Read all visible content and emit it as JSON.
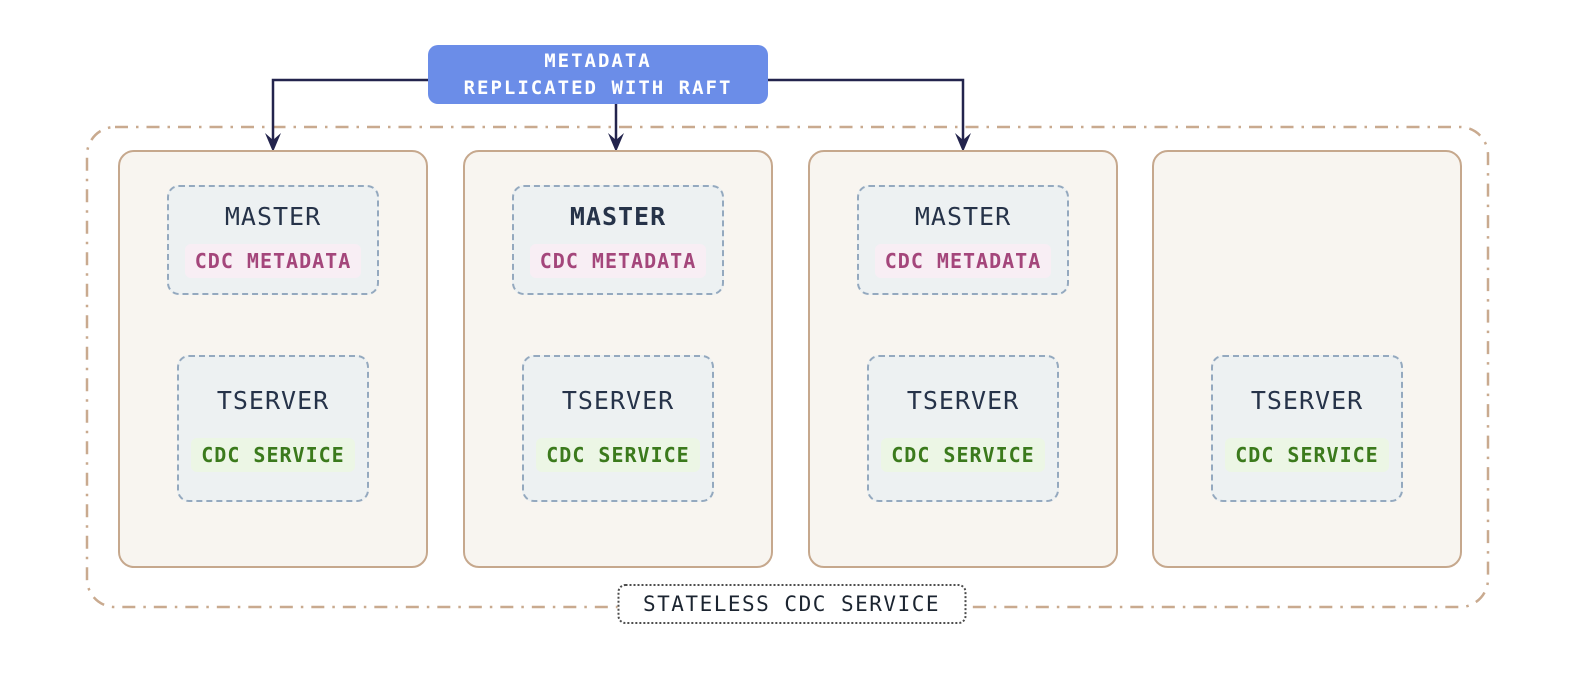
{
  "raft_box": {
    "line1": "METADATA",
    "line2": "REPLICATED WITH RAFT"
  },
  "cluster": {
    "footer_label": "STATELESS CDC SERVICE"
  },
  "nodes": [
    {
      "master": {
        "label": "MASTER",
        "badge": "CDC METADATA",
        "emphasis": false
      },
      "tserver": {
        "label": "TSERVER",
        "badge": "CDC SERVICE"
      }
    },
    {
      "master": {
        "label": "MASTER",
        "badge": "CDC METADATA",
        "emphasis": true
      },
      "tserver": {
        "label": "TSERVER",
        "badge": "CDC SERVICE"
      }
    },
    {
      "master": {
        "label": "MASTER",
        "badge": "CDC METADATA",
        "emphasis": false
      },
      "tserver": {
        "label": "TSERVER",
        "badge": "CDC SERVICE"
      }
    },
    {
      "tserver": {
        "label": "TSERVER",
        "badge": "CDC SERVICE"
      }
    }
  ],
  "colors": {
    "raft_box_bg": "#6b8de8",
    "raft_box_text": "#ffffff",
    "arrow": "#23244d",
    "outer_dashdot_border": "#c9aa8f",
    "node_border": "#c6a88d",
    "node_bg": "#f8f5f0",
    "inner_dashed_border": "#94a9bf",
    "inner_bg": "#edf1f2",
    "master_tserver_text": "#263349",
    "cdc_metadata_text": "#a4467b",
    "cdc_metadata_bg": "#f8eef4",
    "cdc_service_text": "#3b7a1c",
    "cdc_service_bg": "#ecf6e5",
    "footer_border": "#4d4d4d",
    "footer_text": "#1b2430"
  }
}
